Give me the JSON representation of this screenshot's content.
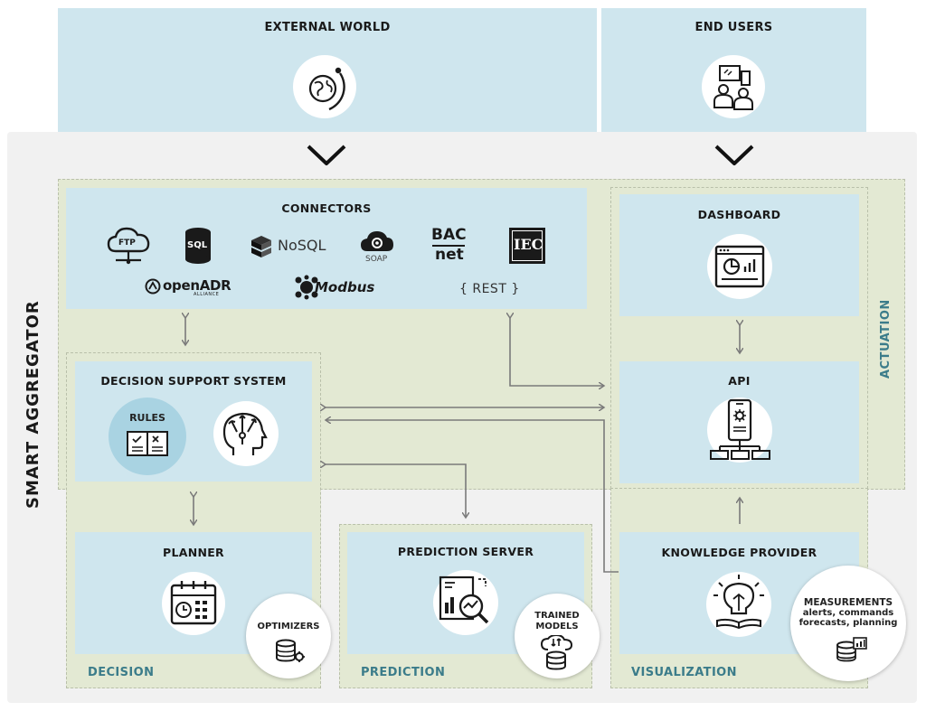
{
  "top": {
    "external_world": "EXTERNAL WORLD",
    "end_users": "END USERS"
  },
  "main": {
    "smart_aggregator": "SMART AGGREGATOR",
    "actuation": "ACTUATION"
  },
  "connectors": {
    "title": "CONNECTORS",
    "items": {
      "ftp": "FTP",
      "sql": "SQL",
      "nosql": "NoSQL",
      "soap": "SOAP",
      "bacnet_top": "BAC",
      "bacnet_bottom": "net",
      "iec": "IEC",
      "openadr": "openADR",
      "openadr_sub": "ALLIANCE",
      "modbus": "Modbus",
      "rest": "{ REST }"
    }
  },
  "dss": {
    "title": "DECISION SUPPORT SYSTEM",
    "rules": "RULES"
  },
  "dashboard": {
    "title": "DASHBOARD"
  },
  "api": {
    "title": "API"
  },
  "planner": {
    "title": "PLANNER",
    "optimizers": "OPTIMIZERS"
  },
  "prediction_server": {
    "title": "PREDICTION SERVER",
    "trained_models_line1": "TRAINED",
    "trained_models_line2": "MODELS"
  },
  "knowledge_provider": {
    "title": "KNOWLEDGE PROVIDER",
    "measurements": "MEASUREMENTS",
    "line2": "alerts, commands",
    "line3": "forecasts, planning"
  },
  "zones": {
    "decision": "DECISION",
    "prediction": "PREDICTION",
    "visualization": "VISUALIZATION"
  }
}
